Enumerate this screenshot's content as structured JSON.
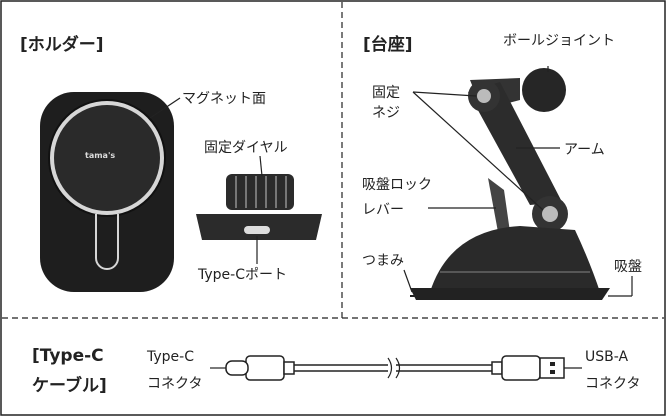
{
  "holder": {
    "title": "[ホルダー]",
    "brand": "tama's",
    "magnet_face": "マグネット面",
    "fixing_dial": "固定ダイヤル",
    "typec_port": "Type-Cポート"
  },
  "stand": {
    "title": "[台座]",
    "ball_joint": "ボールジョイント",
    "fixing_screw_line1": "固定",
    "fixing_screw_line2": "ネジ",
    "arm": "アーム",
    "lock_lever_line1": "吸盤ロック",
    "lock_lever_line2": "レバー",
    "knob": "つまみ",
    "suction_cup": "吸盤"
  },
  "cable": {
    "title_line1": "[Type-C",
    "title_line2": "ケーブル]",
    "left_connector_line1": "Type-C",
    "left_connector_line2": "コネクタ",
    "right_connector_line1": "USB-A",
    "right_connector_line2": "コネクタ"
  }
}
